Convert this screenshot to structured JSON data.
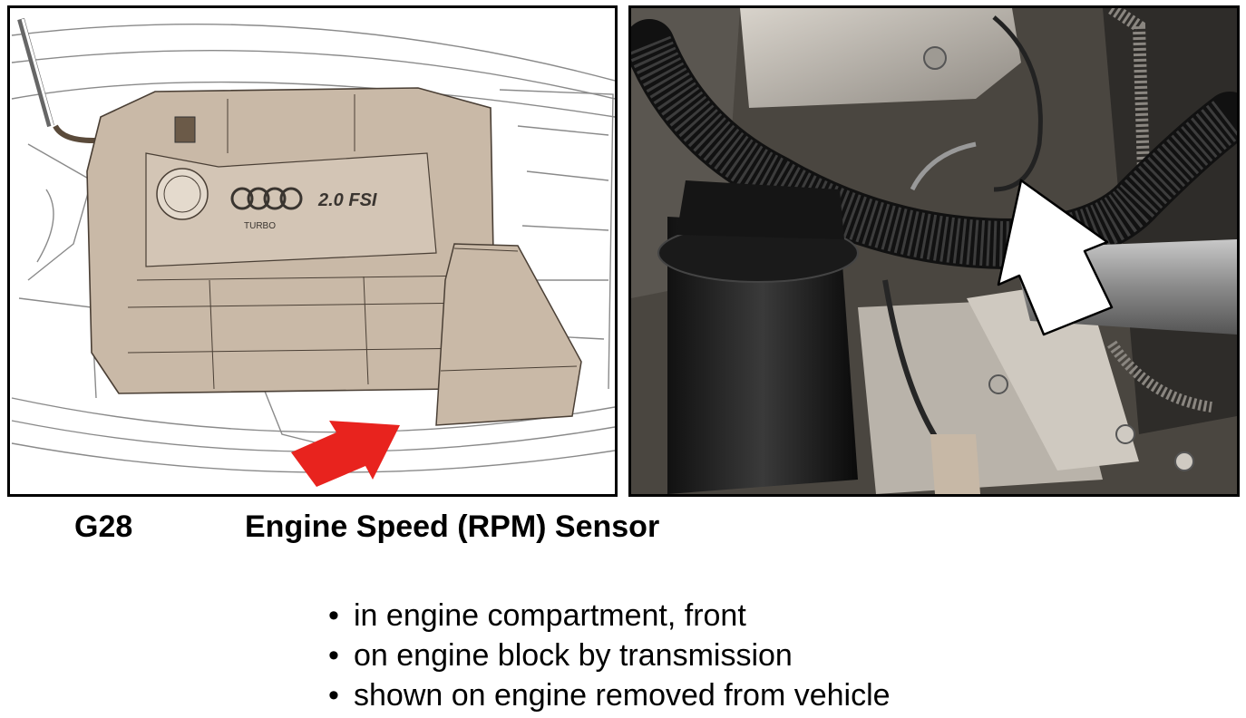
{
  "figure": {
    "left_image": {
      "emblem_text": "2.0 FSI",
      "sub_badge": "TURBO",
      "arrow_color": "#e8231e"
    },
    "right_image": {
      "arrow_color": "#ffffff"
    }
  },
  "caption": {
    "code": "G28",
    "title": "Engine Speed (RPM) Sensor"
  },
  "bullets": [
    "in engine compartment, front",
    "on engine block by transmission",
    "shown on engine removed from vehicle"
  ],
  "bullet_glyph": "•"
}
